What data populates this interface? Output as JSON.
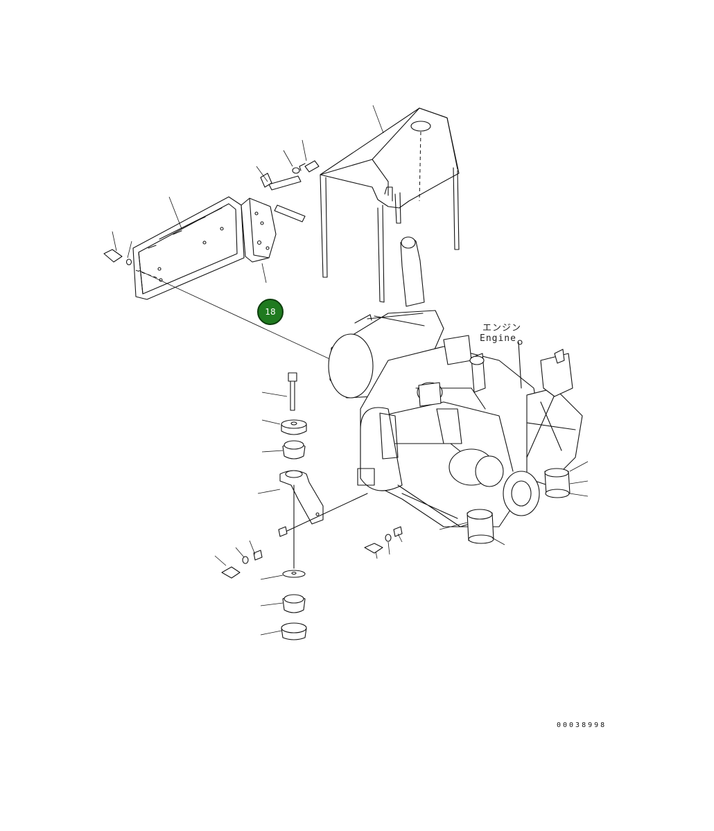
{
  "callout": {
    "number": "18",
    "color": "#1f7a1f"
  },
  "engine_label": {
    "japanese": "エンジン",
    "english": "Engine"
  },
  "drawing_code": "00038998"
}
